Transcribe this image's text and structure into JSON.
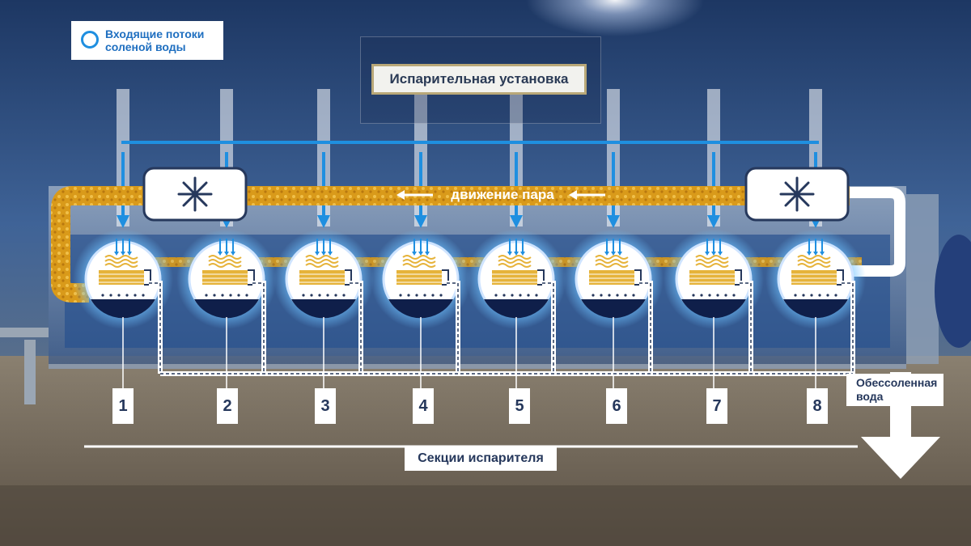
{
  "legend": {
    "label": "Входящие потоки соленой воды",
    "symbol_icon": "circle-outline-icon",
    "color": "#1f8fe0"
  },
  "title": "Испарительная установка",
  "steam": {
    "label": "движение пара",
    "direction": "right-to-left",
    "color": "#e0a020"
  },
  "sections": {
    "numbers": [
      "1",
      "2",
      "3",
      "4",
      "5",
      "6",
      "7",
      "8"
    ],
    "label": "Секции испарителя"
  },
  "output": {
    "label": "Обессоленная вода"
  },
  "condensers": [
    {
      "icon": "snowflake-icon"
    },
    {
      "icon": "snowflake-icon"
    }
  ],
  "colors": {
    "sky": "#2c4f86",
    "ground": "#6e6355",
    "brine": "#1f8fe0",
    "steam": "#e0a020",
    "vessel_dark": "#0f1f4a",
    "label_text": "#26385c"
  }
}
